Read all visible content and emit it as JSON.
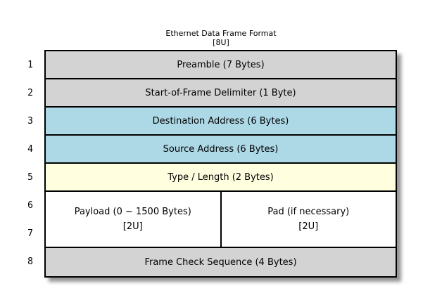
{
  "title": {
    "line1": "Ethernet Data Frame Format",
    "line2": "[8U]"
  },
  "colors": {
    "gray": "#d3d3d3",
    "blue": "#add8e6",
    "yellow": "#ffffe0",
    "white": "#ffffff",
    "border": "#000000"
  },
  "row_numbers": [
    "1",
    "2",
    "3",
    "4",
    "5",
    "6",
    "7",
    "8"
  ],
  "fields": [
    {
      "row": "1",
      "label": "Preamble (7 Bytes)",
      "color": "gray"
    },
    {
      "row": "2",
      "label": "Start-of-Frame Delimiter (1 Byte)",
      "color": "gray"
    },
    {
      "row": "3",
      "label": "Destination Address (6 Bytes)",
      "color": "blue"
    },
    {
      "row": "4",
      "label": "Source Address (6 Bytes)",
      "color": "blue"
    },
    {
      "row": "5",
      "label": "Type / Length (2 Bytes)",
      "color": "yellow"
    },
    {
      "rows": "6-7",
      "color": "white",
      "left": {
        "line1": "Payload (0 ~ 1500 Bytes)",
        "line2": "[2U]"
      },
      "right": {
        "line1": "Pad (if necessary)",
        "line2": "[2U]"
      }
    },
    {
      "row": "8",
      "label": "Frame Check Sequence (4 Bytes)",
      "color": "gray"
    }
  ]
}
